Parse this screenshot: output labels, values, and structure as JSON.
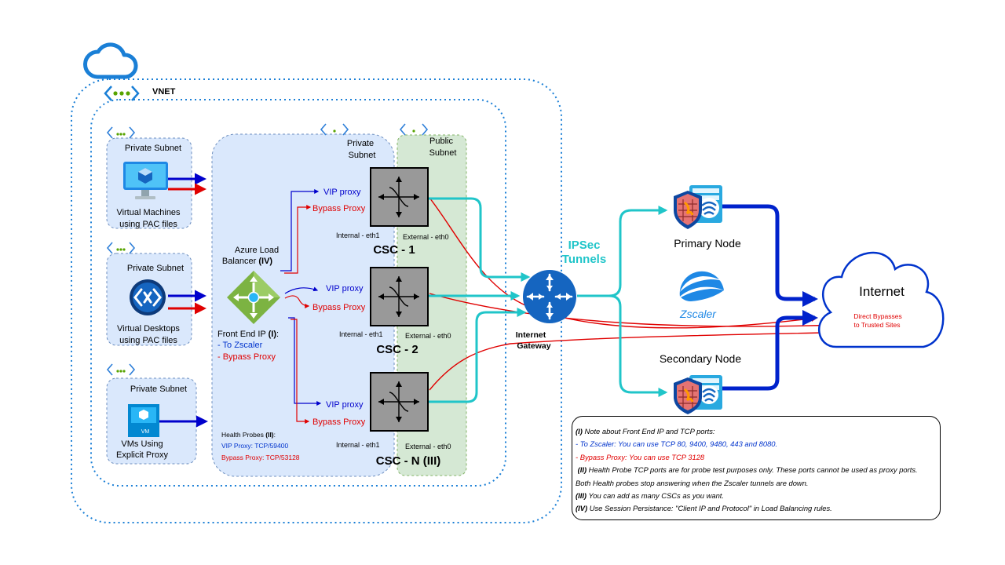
{
  "vnet": {
    "label": "VNET"
  },
  "subnets": {
    "vm": {
      "label": "Private Subnet",
      "desc_line1": "Virtual Machines",
      "desc_line2": "using PAC files"
    },
    "vd": {
      "label": "Private Subnet",
      "desc_line1": "Virtual Desktops",
      "desc_line2": "using PAC files"
    },
    "explicit": {
      "label": "Private Subnet",
      "desc_line1": "VMs Using",
      "desc_line2": "Explicit Proxy",
      "vm_badge": "VM"
    },
    "lb": {
      "label_line1": "Private",
      "label_line2": "Subnet"
    },
    "public": {
      "label_line1": "Public",
      "label_line2": "Subnet"
    }
  },
  "load_balancer": {
    "name_line1": "Azure Load",
    "name_line2": "Balancer",
    "name_suffix": "(IV)",
    "frontend_title": "Front End IP",
    "frontend_suffix": "(I)",
    "frontend_colon": ":",
    "frontend_zscaler": "- To Zscaler",
    "frontend_bypass": "- Bypass Proxy",
    "health_title": "Health Probes",
    "health_suffix": "(II)",
    "health_colon": ":",
    "health_vip": "VIP Proxy: TCP/59400",
    "health_bypass": "Bypass Proxy: TCP/53128"
  },
  "flows": {
    "vip": "VIP proxy",
    "bypass": "Bypass Proxy"
  },
  "cscs": [
    {
      "name": "CSC - 1",
      "internal": "Internal - eth1",
      "external": "External - eth0"
    },
    {
      "name": "CSC - 2",
      "internal": "Internal - eth1",
      "external": "External - eth0"
    },
    {
      "name": "CSC - N (III)",
      "internal": "Internal - eth1",
      "external": "External - eth0"
    }
  ],
  "gateway": {
    "label_line1": "Internet",
    "label_line2": "Gateway"
  },
  "ipsec": {
    "label_line1": "IPSec",
    "label_line2": "Tunnels"
  },
  "nodes": {
    "primary": "Primary Node",
    "secondary": "Secondary Node",
    "brand": "Zscaler"
  },
  "internet": {
    "label": "Internet",
    "bypass_line1": "Direct Bypasses",
    "bypass_line2": "to Trusted Sites"
  },
  "notes": {
    "n1_prefix": "(I)",
    "n1_text": " Note about Front End IP and TCP ports:",
    "n1_zscaler": "- To Zscaler: You can use TCP 80, 9400, 9480, 443 and 8080.",
    "n1_bypass": "- Bypass Proxy: You can use TCP 3128",
    "n2_prefix": "(II)",
    "n2_text": " Health Probe TCP ports are for probe test purposes only. These ports cannot be used as proxy ports.",
    "n2_text2": "Both Health probes stop answering when the Zscaler tunnels are down.",
    "n3_prefix": "(III)",
    "n3_text": " You can add as many CSCs as you want.",
    "n4_prefix": "(IV)",
    "n4_text": " Use Session Persistance: \"Client IP and Protocol\" in Load Balancing rules."
  },
  "colors": {
    "vnet_dots": "#1a7fd6",
    "subnet_fill": "#dae8fc",
    "public_fill": "#d5e8d4",
    "csc_fill": "#999999",
    "vip_blue": "#0000cc",
    "bypass_red": "#e00000",
    "tunnel_cyan": "#20c5c9",
    "internet_blue": "#0022cc",
    "router_blue": "#1565c0"
  },
  "icons": [
    "cloud-vnet-icon",
    "vnet-chevron-icon",
    "subnet-chevron-icon",
    "monitor-icon",
    "remote-desktop-icon",
    "vm-icon",
    "load-balancer-icon",
    "router-icon",
    "firewall-server-icon",
    "zscaler-logo-icon",
    "internet-cloud-icon",
    "arrows-cross-icon"
  ]
}
